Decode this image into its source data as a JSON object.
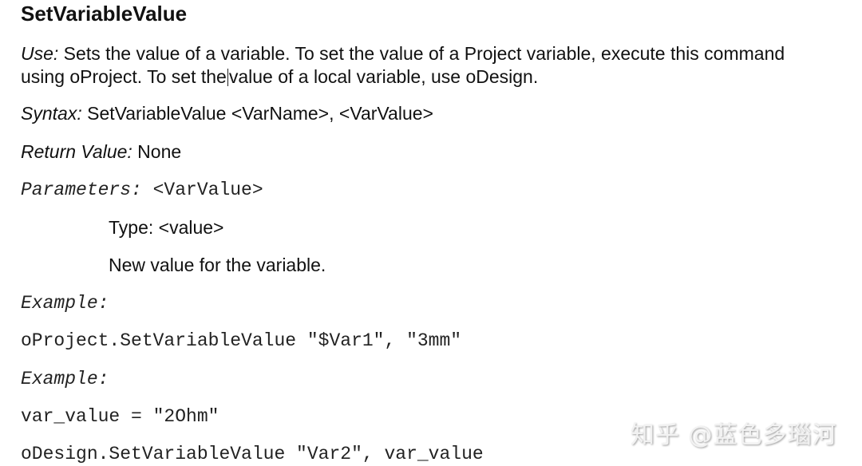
{
  "heading": "SetVariableValue",
  "use": {
    "label": "Use:",
    "line1": " Sets the value of a variable. To set the value of a Project variable, execute this command",
    "line2a": "using oProject. To set the",
    "line2b": "value of a local variable, use oDesign."
  },
  "syntax": {
    "label": "Syntax:",
    "text": " SetVariableValue <VarName>, <VarValue>"
  },
  "return_value": {
    "label": "Return Value:",
    "text": " None"
  },
  "parameters": {
    "label": "Parameters:",
    "text": " <VarValue>",
    "type": "Type: <value>",
    "description": "New value for the variable."
  },
  "examples": [
    {
      "label": "Example:",
      "lines": [
        "oProject.SetVariableValue \"$Var1\", \"3mm\""
      ]
    },
    {
      "label": "Example:",
      "lines": [
        "var_value = \"2Ohm\"",
        "oDesign.SetVariableValue \"Var2\", var_value"
      ]
    }
  ],
  "watermark": "知乎 @蓝色多瑙河"
}
